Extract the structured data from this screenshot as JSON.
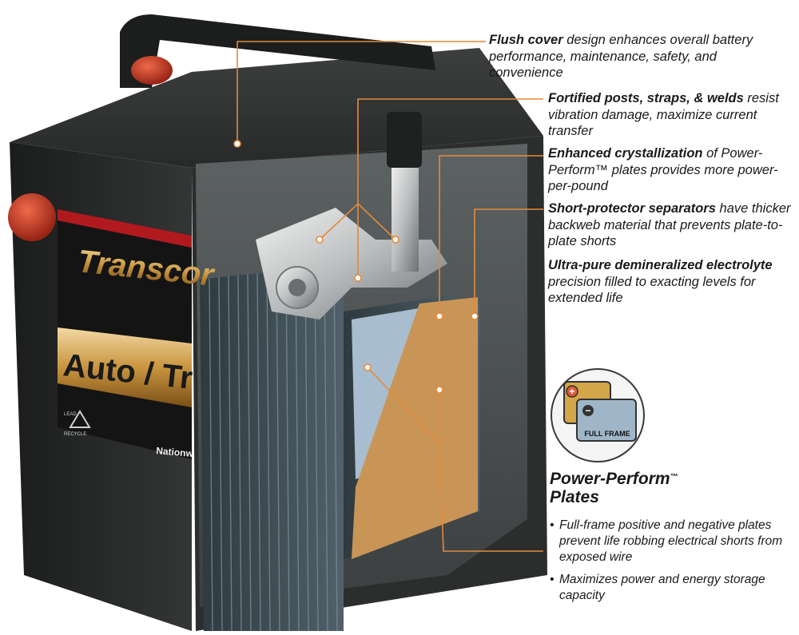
{
  "callouts": [
    {
      "bold": "Flush cover",
      "rest": " design enhances overall battery performance, maintenance, safety, and convenience"
    },
    {
      "bold": "Fortified posts, straps, & welds",
      "rest": " resist vibration damage, maximize current transfer"
    },
    {
      "bold": "Enhanced crystallization",
      "rest": " of Power-Perform™ plates provides more power-per-pound"
    },
    {
      "bold": "Short-protector separators",
      "rest": " have thicker backweb material that prevents plate-to-plate shorts"
    },
    {
      "bold": "Ultra-pure demineralized electrolyte",
      "rest": " precision filled to exacting levels for extended life"
    }
  ],
  "plates": {
    "title_line1": "Power-Perform",
    "tm": "™",
    "title_line2": "Plates",
    "bullets": [
      "Full-frame positive and negative plates prevent life robbing electrical shorts from exposed wire",
      "Maximizes power and energy storage capacity"
    ],
    "bullet_char": "•",
    "badge_label": "FULL FRAME",
    "plus": "+",
    "minus": "−"
  },
  "battery_label": {
    "brand": "Transcor",
    "line": "Auto / Tr",
    "footer": "Nationw",
    "recycle_left": "LEAD",
    "recycle_bottom": "RECYCLE"
  },
  "colors": {
    "callout_line": "#e38a3a",
    "battery_case": "#2a2c2b",
    "plate_gold": "#c99556",
    "plate_blue": "#a9bdd0",
    "terminal_red": "#c0301f",
    "label_red": "#b01a1f"
  }
}
